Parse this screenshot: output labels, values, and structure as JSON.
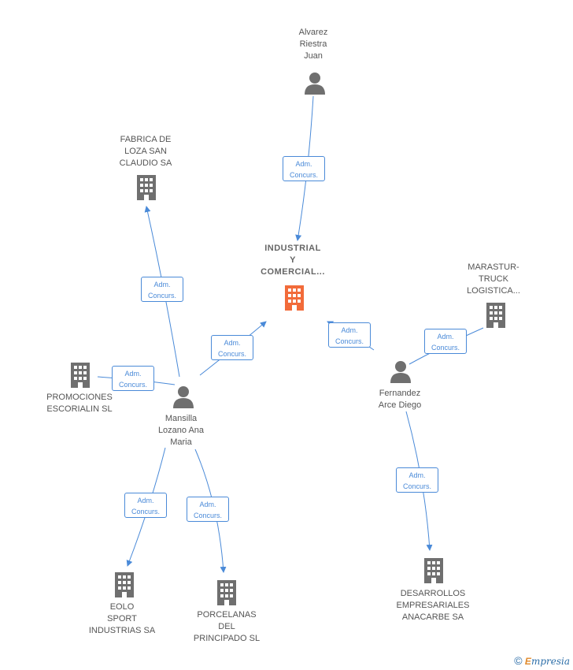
{
  "nodes": {
    "center": {
      "label_lines": [
        "INDUSTRIAL",
        "Y",
        "COMERCIAL..."
      ],
      "color": "#f26b3a",
      "kind": "company"
    },
    "alvarez": {
      "label_lines": [
        "Alvarez",
        "Riestra",
        "Juan"
      ],
      "kind": "person"
    },
    "fabrica": {
      "label_lines": [
        "FABRICA DE",
        "LOZA SAN",
        "CLAUDIO SA"
      ],
      "kind": "company"
    },
    "marastur": {
      "label_lines": [
        "MARASTUR-",
        "TRUCK",
        "LOGISTICA..."
      ],
      "kind": "company"
    },
    "promociones": {
      "label_lines": [
        "PROMOCIONES",
        "ESCORIALIN SL"
      ],
      "kind": "company"
    },
    "mansilla": {
      "label_lines": [
        "Mansilla",
        "Lozano Ana",
        "Maria"
      ],
      "kind": "person"
    },
    "fernandez": {
      "label_lines": [
        "Fernandez",
        "Arce Diego"
      ],
      "kind": "person"
    },
    "eolo": {
      "label_lines": [
        "EOLO",
        "SPORT",
        "INDUSTRIAS SA"
      ],
      "kind": "company"
    },
    "porcelanas": {
      "label_lines": [
        "PORCELANAS",
        "DEL",
        "PRINCIPADO SL"
      ],
      "kind": "company"
    },
    "desarrollos": {
      "label_lines": [
        "DESARROLLOS",
        "EMPRESARIALES",
        "ANACARBE SA"
      ],
      "kind": "company"
    }
  },
  "edge_label": {
    "line1": "Adm.",
    "line2": "Concurs."
  },
  "colors": {
    "edge": "#4a8ad8",
    "icon": "#6f6f6f",
    "center": "#f26b3a"
  },
  "footer": {
    "copyright": "©",
    "brand_e": "E",
    "brand_rest": "mpresia"
  }
}
